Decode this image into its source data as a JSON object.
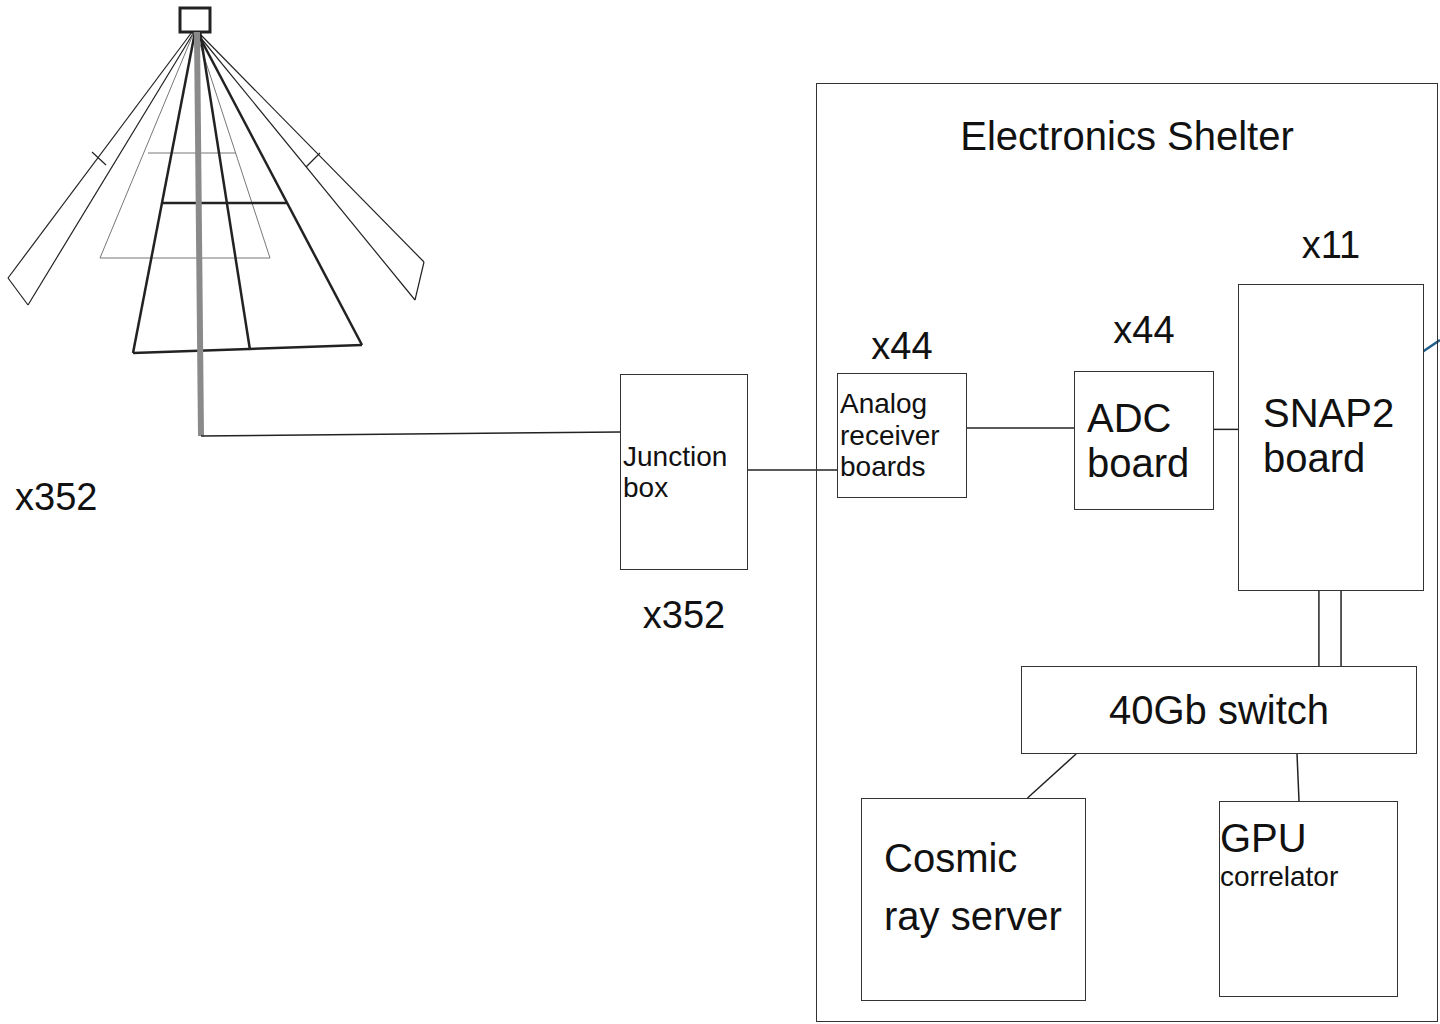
{
  "diagram": {
    "nodes": [
      {
        "text": [
          "Junction box",
          "x352"
        ]
      },
      {
        "text": [
          "Electronics Shelter"
        ]
      },
      {
        "text": [
          "x44",
          "Analog receiver boards"
        ],
        "in": 1
      },
      {
        "text": [
          "x44",
          "ADC board"
        ],
        "in": 1
      },
      {
        "text": [
          "x11",
          "SNAP2 board"
        ],
        "in": 1
      },
      {
        "text": [
          "40Gb switch"
        ],
        "in": 1
      },
      {
        "text": [
          "Cosmic ray server"
        ],
        "in": 1
      },
      {
        "text": [
          "GPU",
          "correlator"
        ],
        "in": 1
      }
    ],
    "edges": [
      {
        "from": 0,
        "to": 2,
        "arrow": "none"
      },
      {
        "from": 2,
        "to": 3,
        "arrow": "none"
      },
      {
        "from": 3,
        "to": 4,
        "arrow": "none"
      },
      {
        "from": 4,
        "to": 5,
        "arrow": "none"
      },
      {
        "from": 4,
        "to": 5,
        "arrow": "none"
      },
      {
        "from": 5,
        "to": 6,
        "arrow": "none"
      },
      {
        "from": 5,
        "to": 7,
        "arrow": "none"
      }
    ],
    "labels": [
      "x352"
    ]
  }
}
